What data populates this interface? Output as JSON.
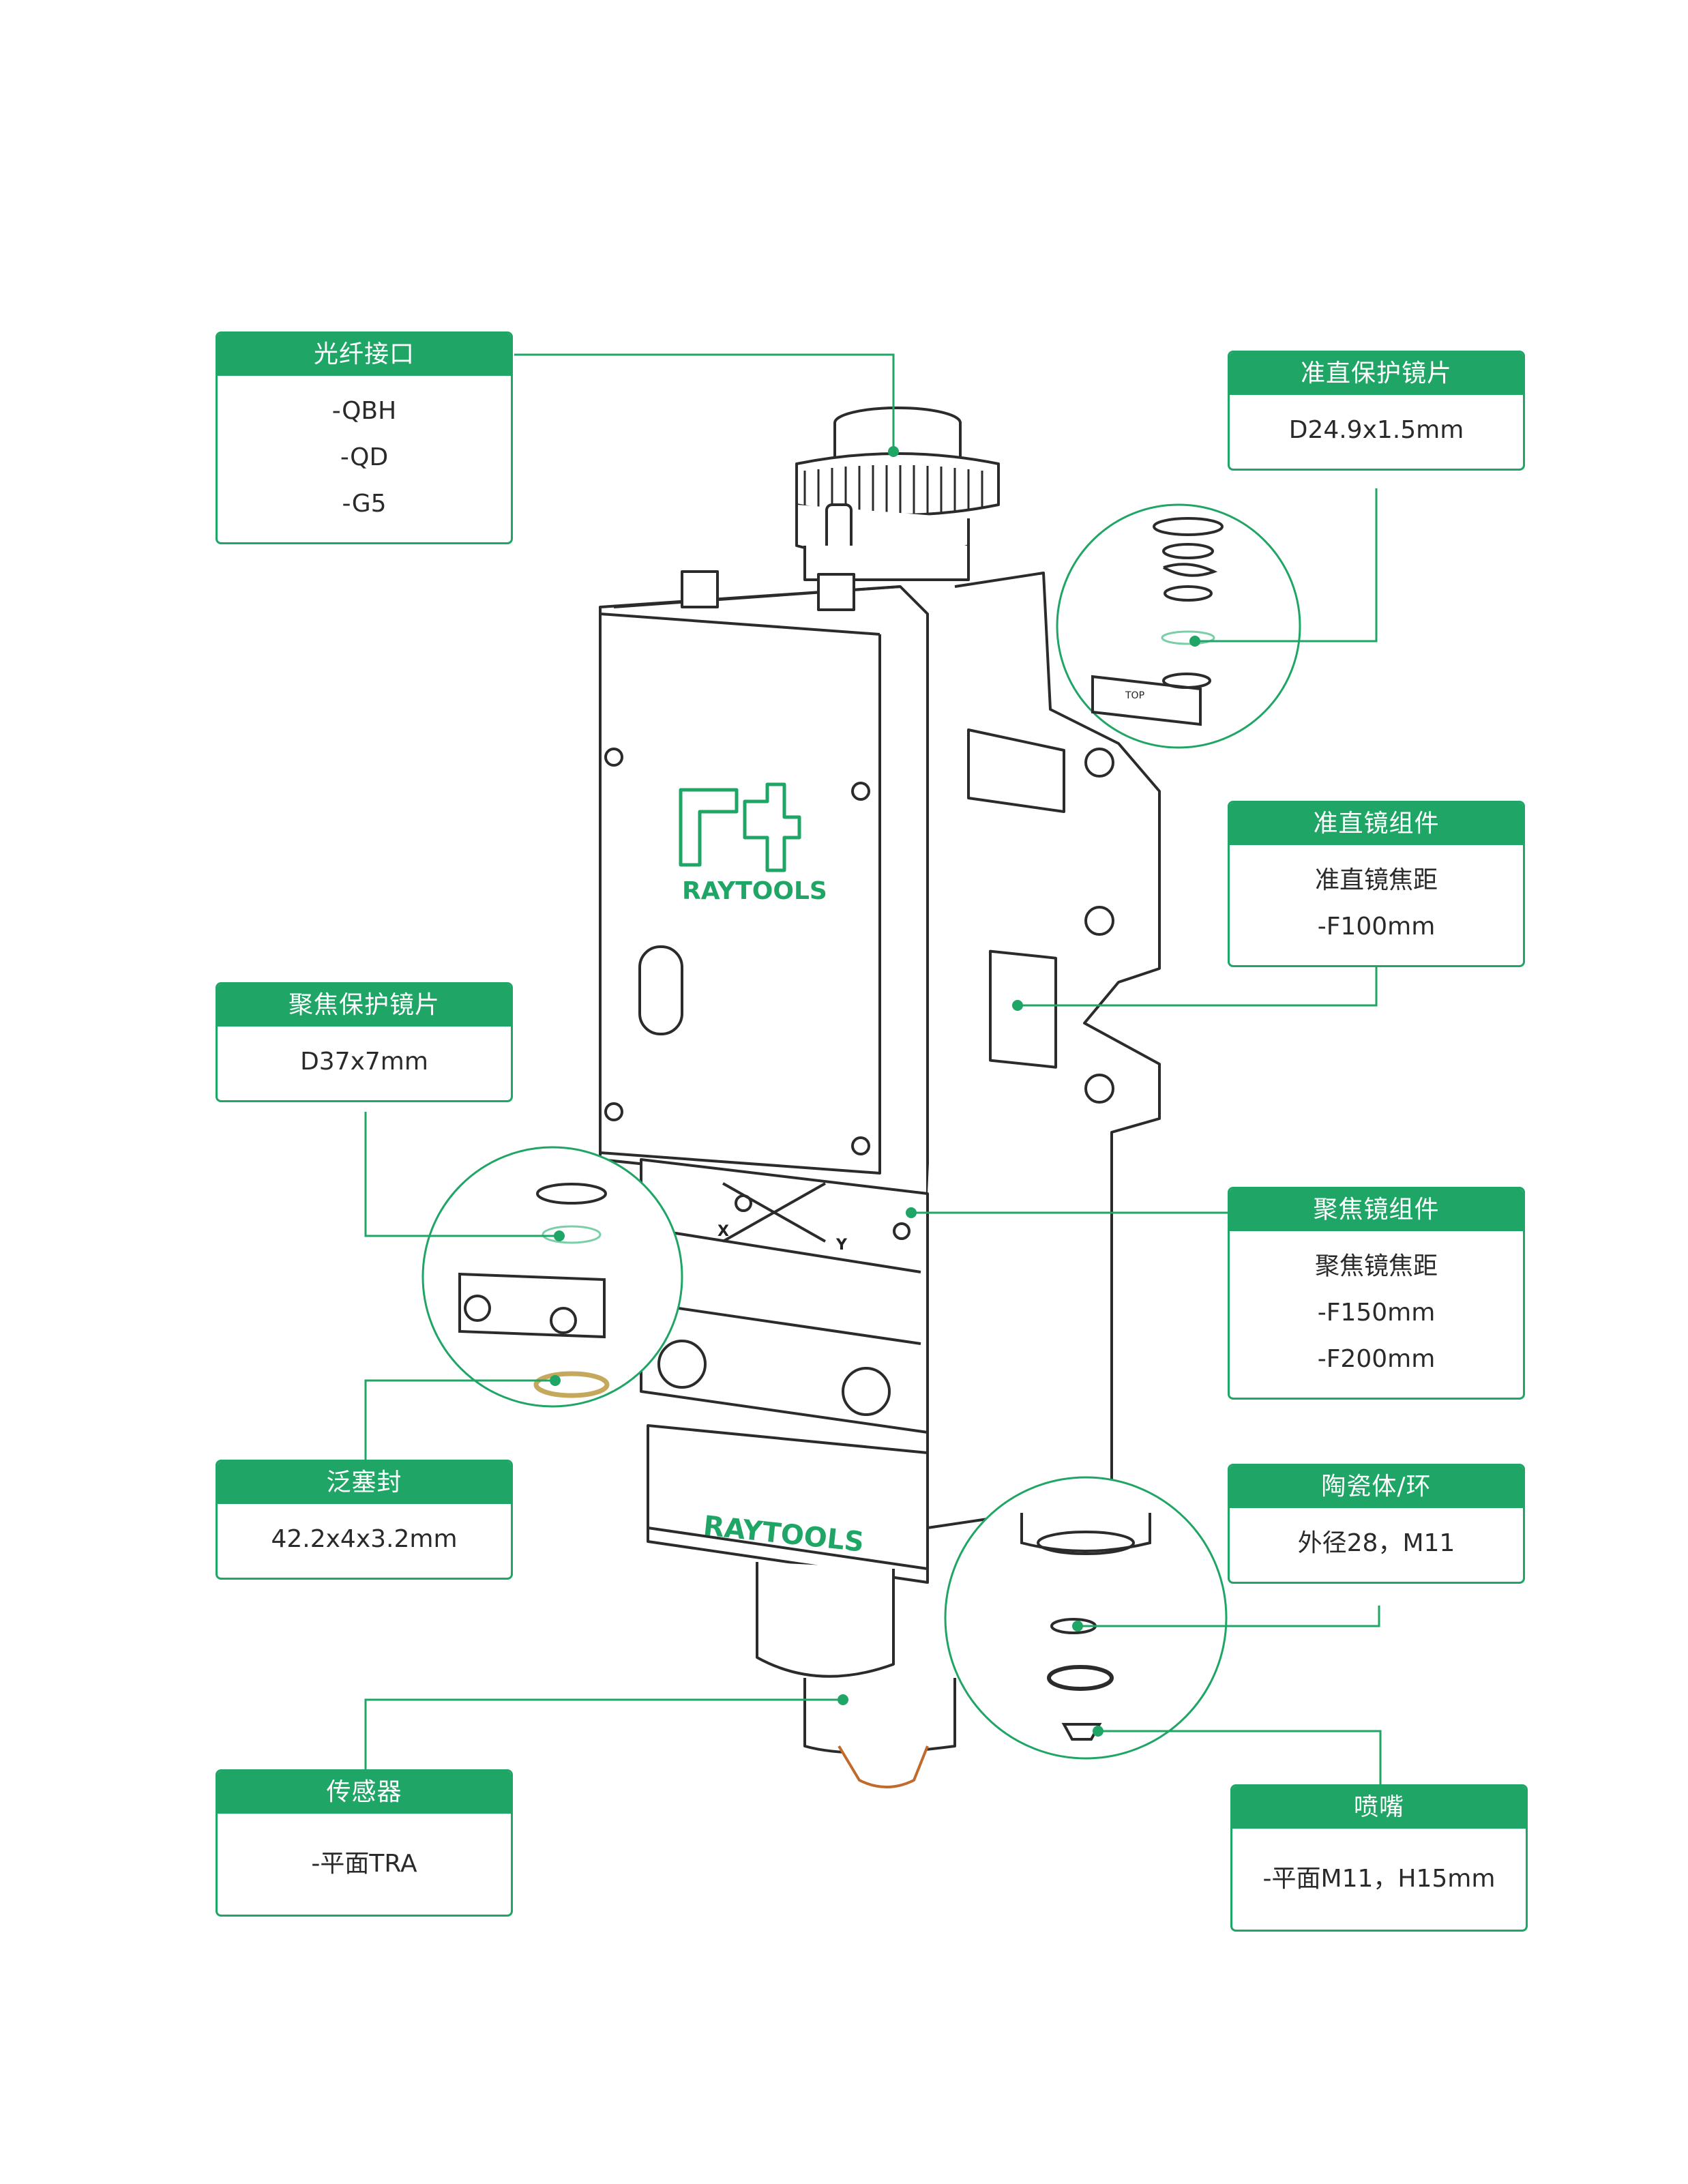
{
  "brand": {
    "logo_text": "RAYTOOLS",
    "accent_color": "#1fa565",
    "diagram_label_x": "X",
    "diagram_label_y": "Y",
    "lens_mark": "TOP"
  },
  "callouts": {
    "fiber_interface": {
      "title": "光纤接口",
      "lines": [
        "-QBH",
        "-QD",
        "-G5"
      ]
    },
    "collimator_protective_lens": {
      "title": "准直保护镜片",
      "lines": [
        "D24.9x1.5mm"
      ]
    },
    "collimator_assembly": {
      "title": "准直镜组件",
      "lines": [
        "准直镜焦距",
        "-F100mm"
      ]
    },
    "focus_protective_lens": {
      "title": "聚焦保护镜片",
      "lines": [
        "D37x7mm"
      ]
    },
    "focus_assembly": {
      "title": "聚焦镜组件",
      "lines": [
        "聚焦镜焦距",
        "-F150mm",
        "-F200mm"
      ]
    },
    "spring_seal": {
      "title": "泛塞封",
      "lines": [
        "42.2x4x3.2mm"
      ]
    },
    "ceramic": {
      "title": "陶瓷体/环",
      "lines": [
        "外径28，M11"
      ]
    },
    "sensor": {
      "title": "传感器",
      "lines": [
        "-平面TRA"
      ]
    },
    "nozzle": {
      "title": "喷嘴",
      "lines": [
        "-平面M11，H15mm"
      ]
    }
  }
}
